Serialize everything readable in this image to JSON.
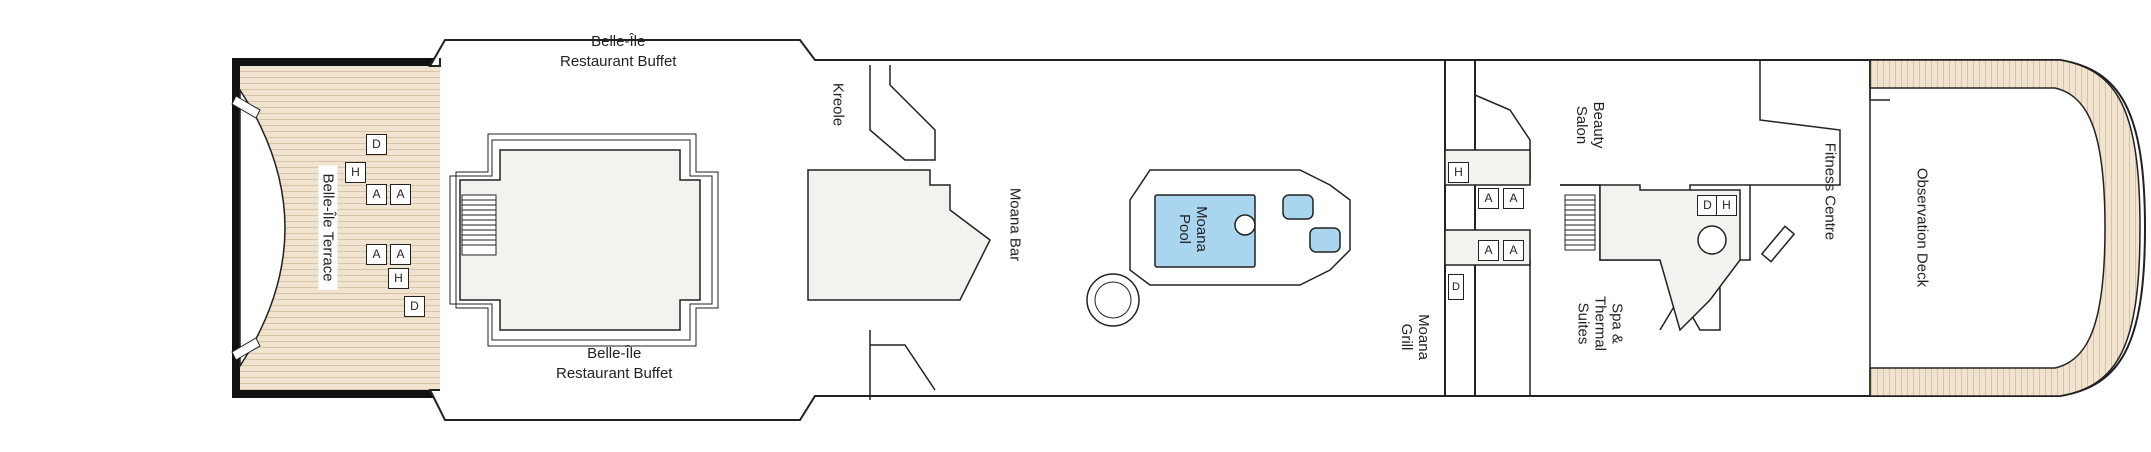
{
  "venues": {
    "buffet_top_line1": "Belle-Île",
    "buffet_top_line2": "Restaurant Buffet",
    "buffet_bottom_line1": "Belle-Île",
    "buffet_bottom_line2": "Restaurant  Buffet",
    "terrace": "Belle-Île Terrace",
    "kreole": "Kreole",
    "moana_bar": "Moana Bar",
    "pool_line1": "Moana",
    "pool_line2": "Pool",
    "grill_line1": "Moana",
    "grill_line2": "Grill",
    "beauty_line1": "Beauty",
    "beauty_line2": "Salon",
    "spa_line1": "Spa &",
    "spa_line2": "Thermal",
    "spa_line3": "Suites",
    "fitness": "Fitness Centre",
    "observation": "Observation Deck"
  },
  "legend_marks": {
    "lift": "A",
    "toilet": "H",
    "disabled_toilet": "D"
  },
  "colors": {
    "deck_wood": "#f0e4d0",
    "pool_water": "#a9d6ee",
    "room_fill": "#f4f2ee",
    "outline": "#222222"
  },
  "icons": [
    "stairs-icon",
    "wheelchair-icon",
    "lift-icon",
    "toilet-icon"
  ]
}
